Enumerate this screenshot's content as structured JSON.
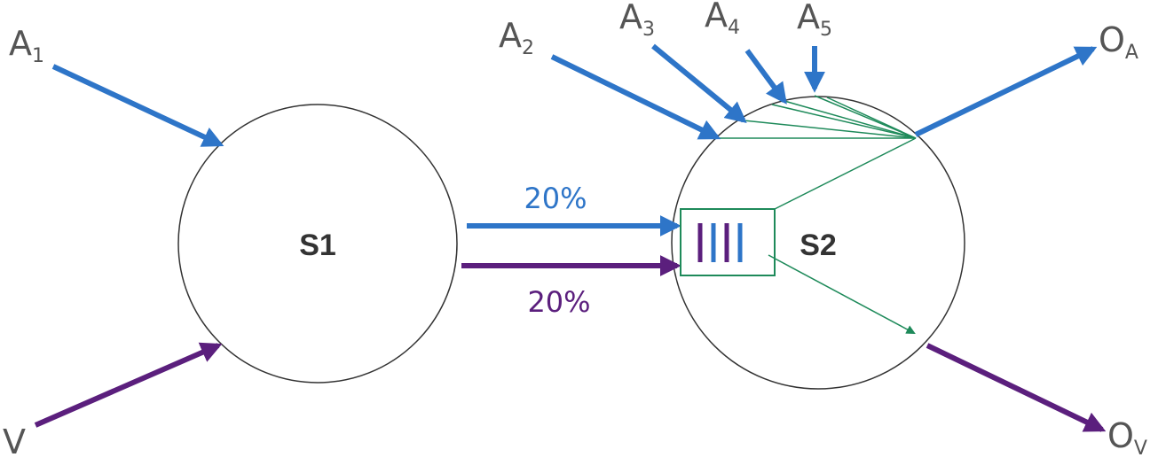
{
  "colors": {
    "blue": "#2e75c8",
    "purple": "#5b1f7d",
    "green": "#1e8a5a",
    "outline": "#333333"
  },
  "nodes": {
    "s1": {
      "label": "S1"
    },
    "s2": {
      "label": "S2"
    }
  },
  "inputs": {
    "a1": {
      "main": "A",
      "sub": "1"
    },
    "a2": {
      "main": "A",
      "sub": "2"
    },
    "a3": {
      "main": "A",
      "sub": "3"
    },
    "a4": {
      "main": "A",
      "sub": "4"
    },
    "a5": {
      "main": "A",
      "sub": "5"
    },
    "v": {
      "main": "V"
    }
  },
  "outputs": {
    "oa": {
      "main": "O",
      "sub": "A"
    },
    "ov": {
      "main": "O",
      "sub": "V"
    }
  },
  "connections": {
    "blue_pct": "20%",
    "purple_pct": "20%"
  }
}
